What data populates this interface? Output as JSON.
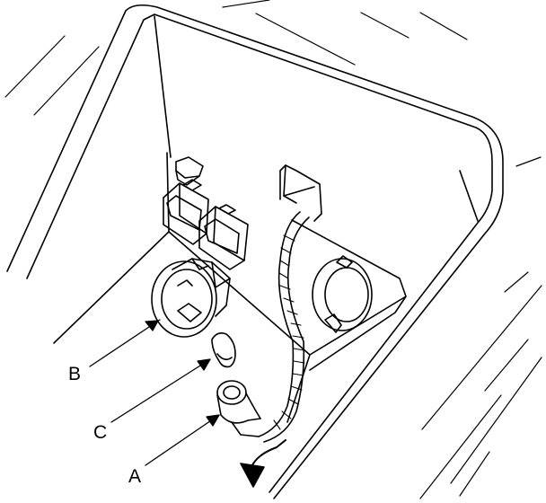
{
  "callouts": {
    "a": "A",
    "b": "B",
    "c": "C"
  },
  "colors": {
    "ink": "#000000",
    "paper": "#ffffff"
  },
  "icons": {
    "removal-arrow": "curved-arrow-icon"
  }
}
